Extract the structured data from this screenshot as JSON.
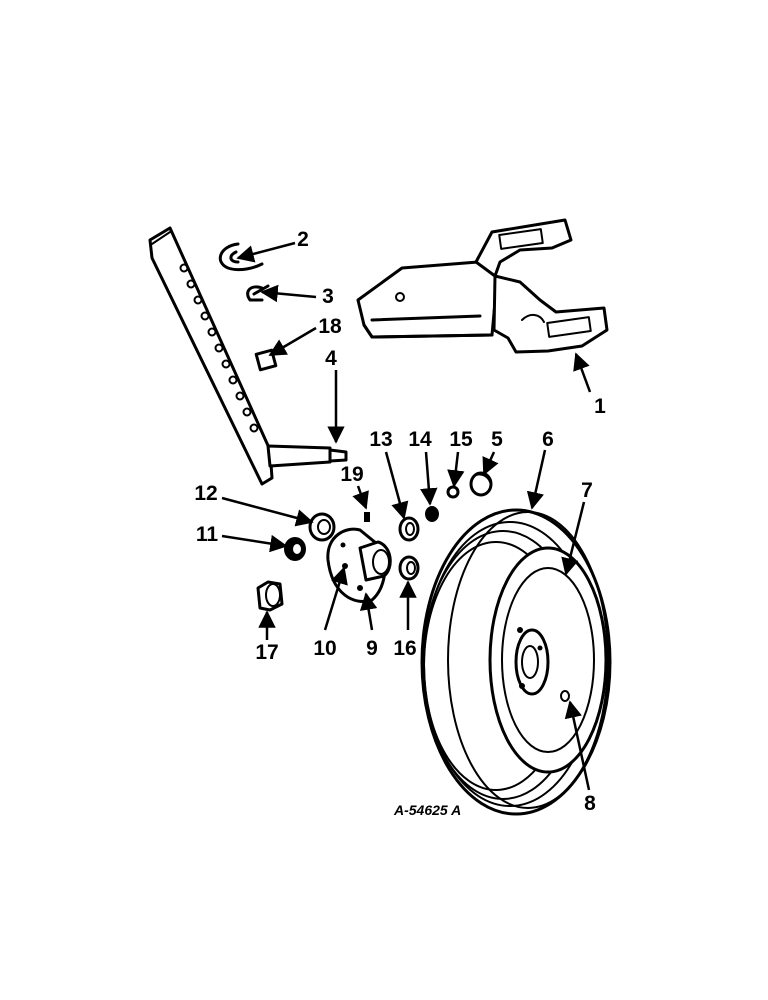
{
  "drawing_number": "A-54625 A",
  "callouts": {
    "c1": "1",
    "c2": "2",
    "c3": "3",
    "c4": "4",
    "c5": "5",
    "c6": "6",
    "c7": "7",
    "c8": "8",
    "c9": "9",
    "c10": "10",
    "c11": "11",
    "c12": "12",
    "c13": "13",
    "c14": "14",
    "c15": "15",
    "c16": "16",
    "c17": "17",
    "c18": "18",
    "c19": "19"
  }
}
